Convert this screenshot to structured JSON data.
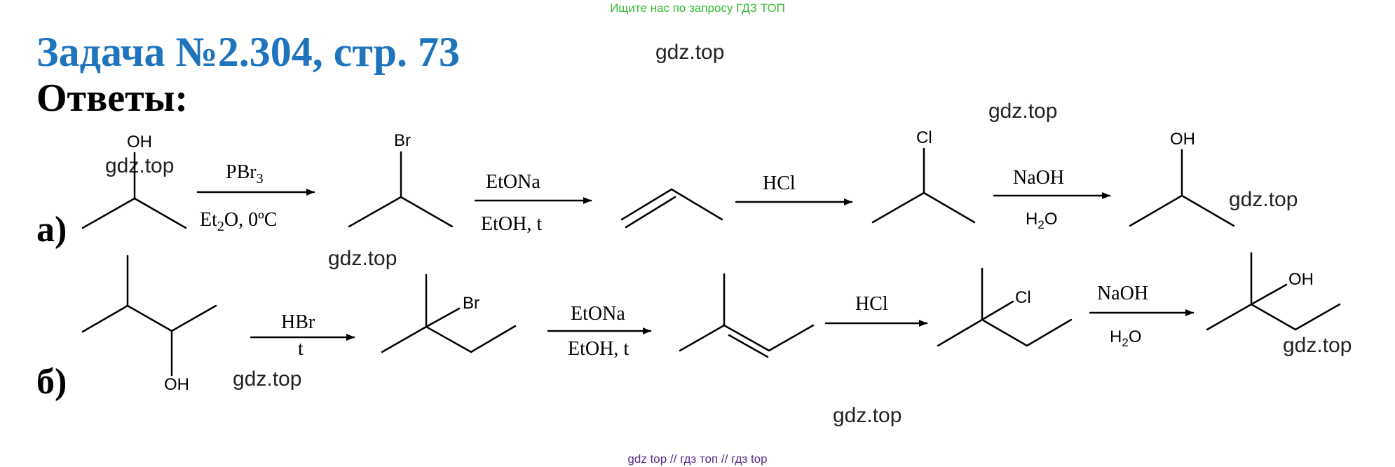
{
  "banner": "Ищите нас по запросу ГДЗ ТОП",
  "title": "Задача №2.304, стр. 73",
  "subtitle": "Ответы:",
  "watermark": "gdz.top",
  "parts": {
    "a": {
      "label": "а)",
      "atoms": {
        "oh1": "OH",
        "br": "Br",
        "cl": "Cl",
        "oh2": "OH"
      },
      "arrows": [
        {
          "above": "PBr3",
          "above_main": "PBr",
          "above_sub": "3",
          "below": "Et2O, 0ºC",
          "below_pre": "Et",
          "below_sub": "2",
          "below_post": "O, 0ºC"
        },
        {
          "above": "EtONa",
          "below": "EtOH, t"
        },
        {
          "above": "HCl",
          "below": ""
        },
        {
          "above": "NaOH",
          "below": "H2O",
          "below_pre": "H",
          "below_sub": "2",
          "below_post": "O"
        }
      ]
    },
    "b": {
      "label": "б)",
      "atoms": {
        "oh1": "OH",
        "br": "Br",
        "cl": "Cl",
        "oh2": "OH"
      },
      "arrows": [
        {
          "above": "HBr",
          "below": "t"
        },
        {
          "above": "EtONa",
          "below": "EtOH, t"
        },
        {
          "above": "HCl",
          "below": ""
        },
        {
          "above": "NaOH",
          "below": "H2O",
          "below_pre": "H",
          "below_sub": "2",
          "below_post": "O"
        }
      ]
    }
  },
  "footer": "gdz top  //  гдз топ  //  гдз top"
}
